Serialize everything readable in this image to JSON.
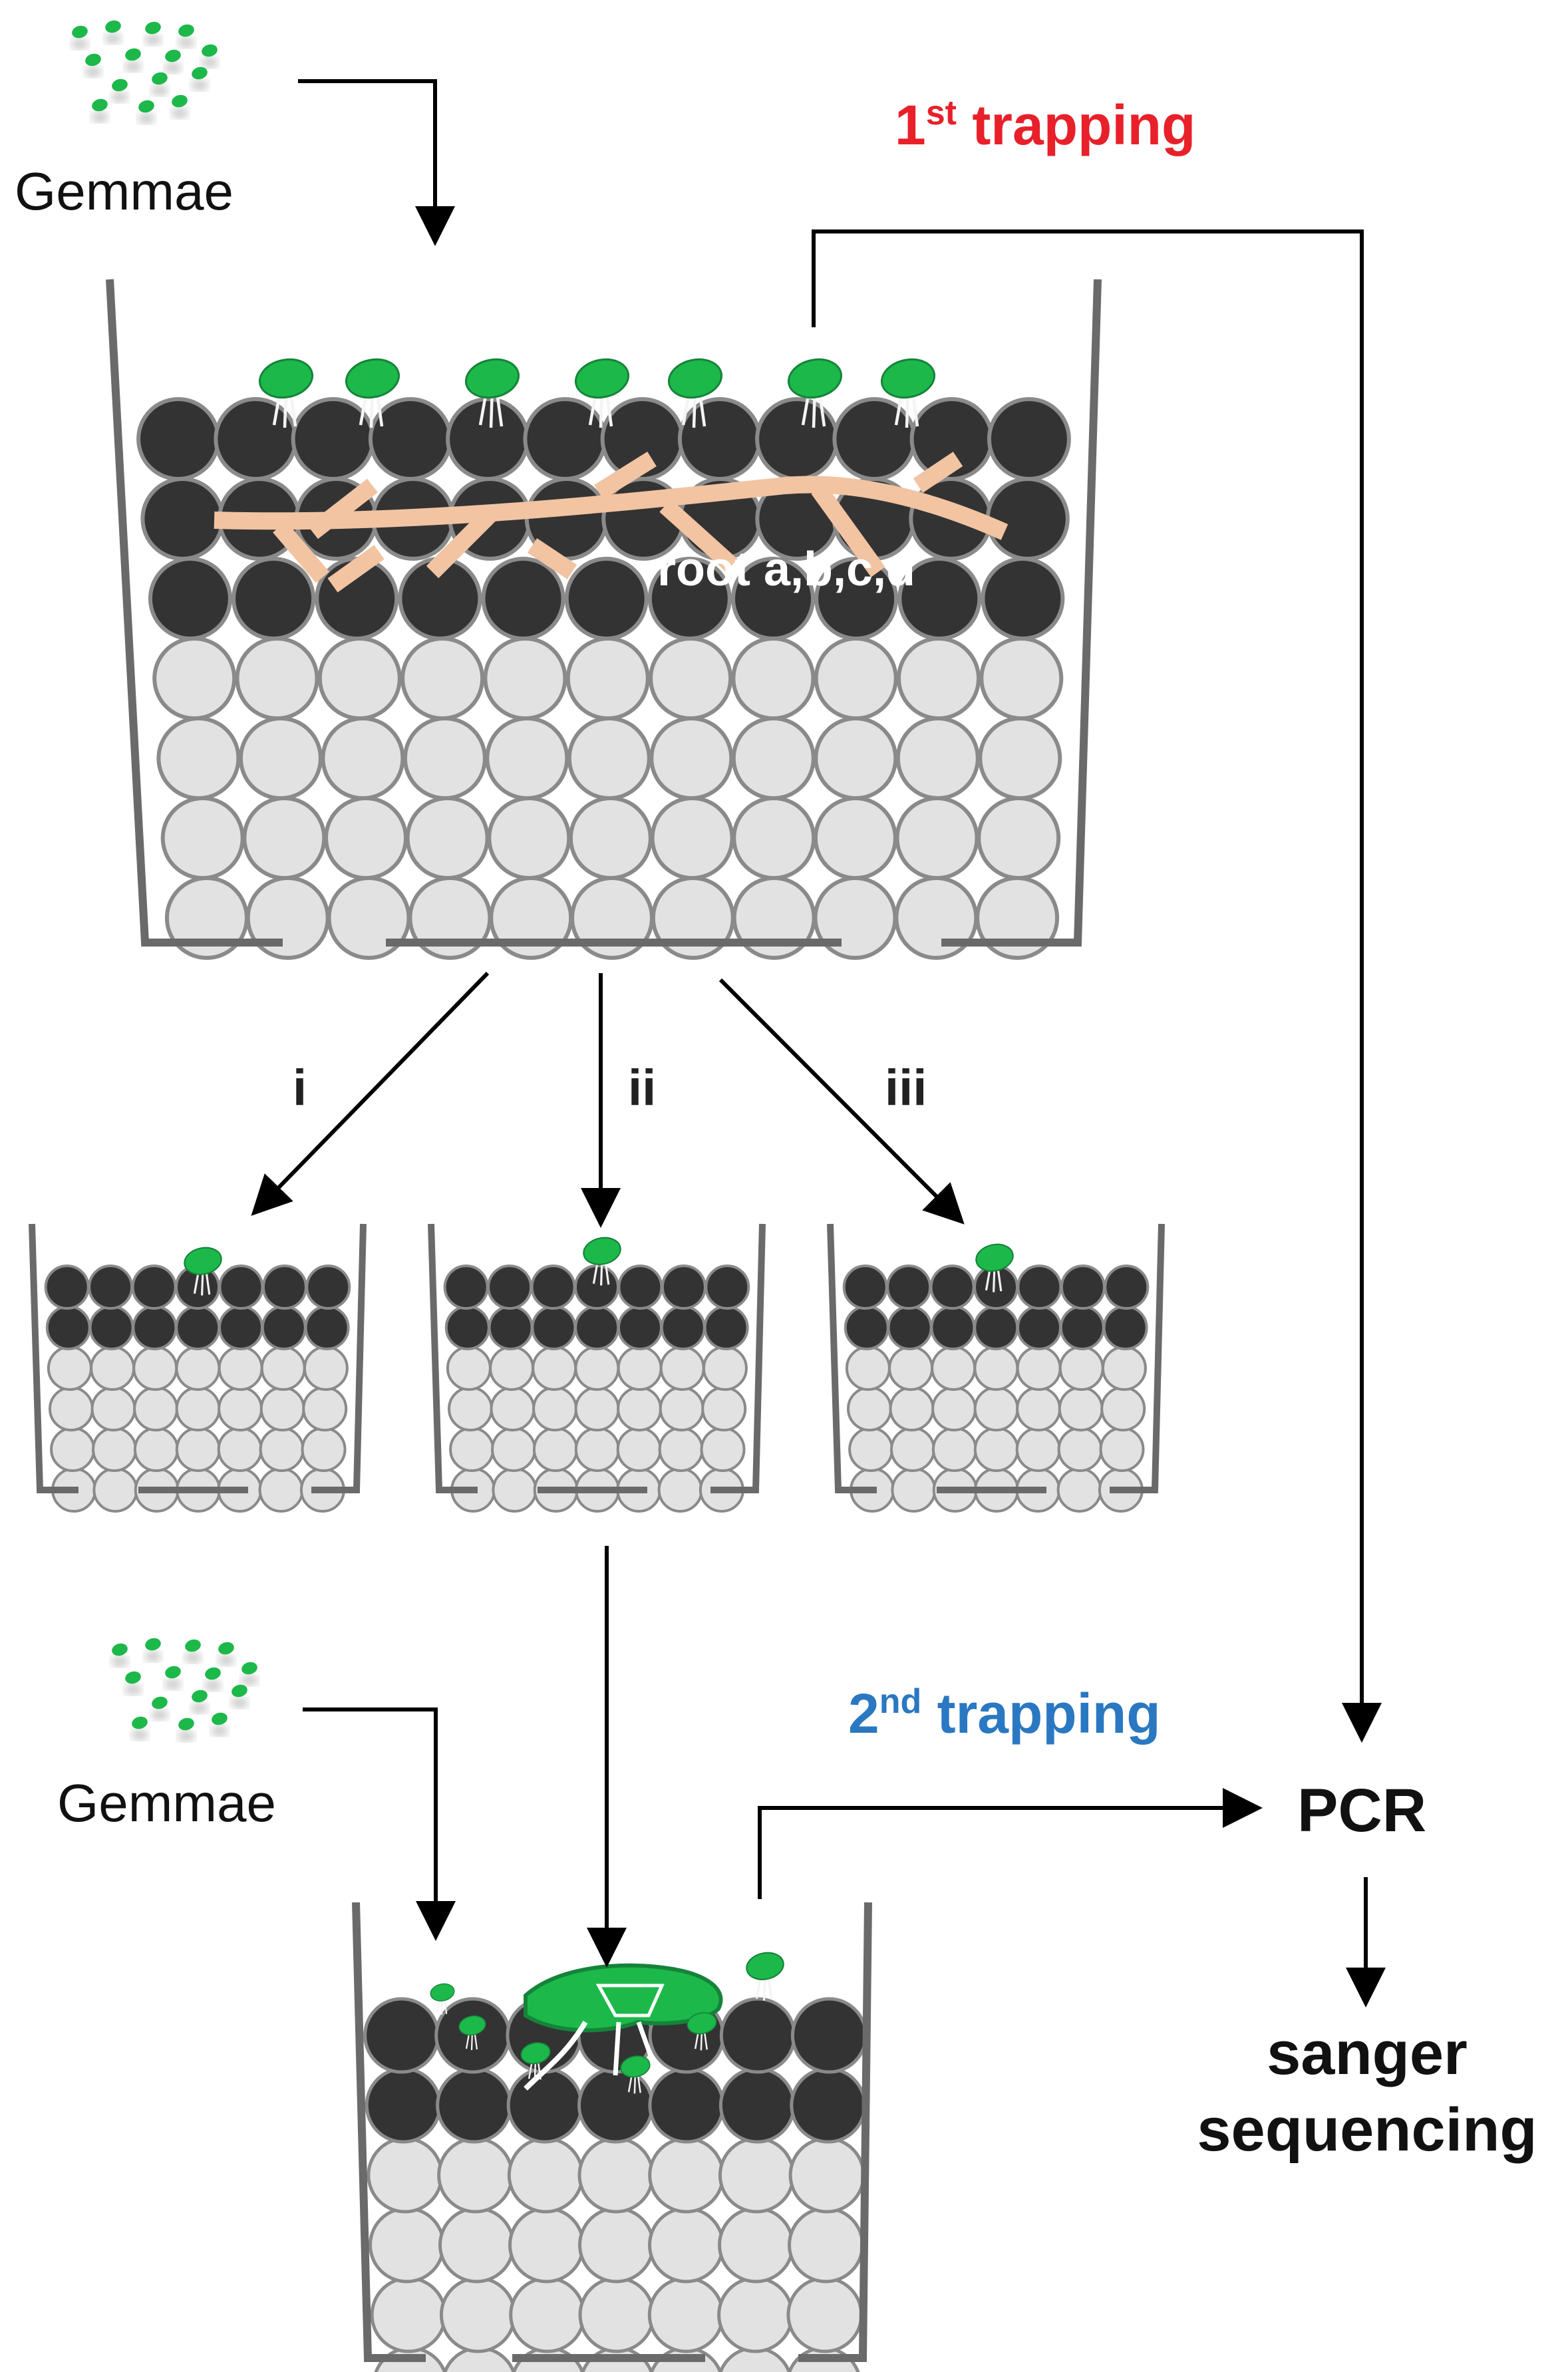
{
  "labels": {
    "gemmae_top": "Gemmae",
    "gemmae_bottom": "Gemmae",
    "trap1_num": "1",
    "trap1_sup": "st",
    "trap1_word": "trapping",
    "trap2_num": "2",
    "trap2_sup": "nd",
    "trap2_word": "trapping",
    "root": "root a,b,c,d",
    "branch_i": "i",
    "branch_ii": "ii",
    "branch_iii": "iii",
    "pcr": "PCR",
    "sequencing_line1": "sanger",
    "sequencing_line2": "sequencing"
  },
  "colors": {
    "trap1": "#e8202a",
    "trap2": "#2a78c2",
    "dark_soil": "#333333",
    "light_soil": "#e2e2e2",
    "soil_outline": "#8a8a8a",
    "pot": "#6a6a6a",
    "plant": "#1db84a",
    "root_fiber": "#f2c4a2"
  }
}
